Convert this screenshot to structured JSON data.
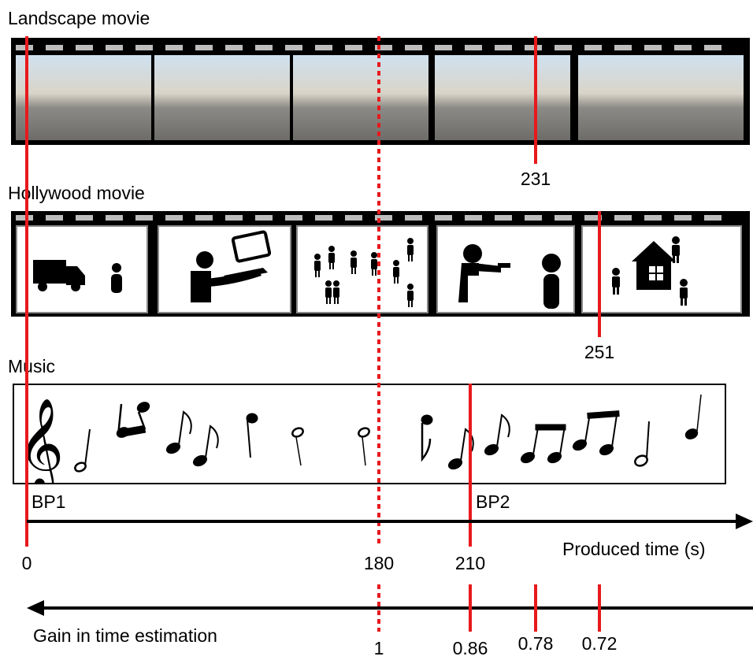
{
  "labels": {
    "landscape": "Landscape movie",
    "hollywood": "Hollywood movie",
    "music": "Music",
    "bp1": "BP1",
    "bp2": "BP2",
    "produced_time": "Produced time (s)",
    "gain": "Gain in time estimation"
  },
  "produced_time_ticks": [
    "0",
    "180",
    "210"
  ],
  "stimulus_end_times": {
    "landscape": "231",
    "hollywood": "251"
  },
  "gain_values": [
    "1",
    "0.86",
    "0.78",
    "0.72"
  ],
  "colors": {
    "marker": "#e8191c",
    "film": "#000000",
    "sprocket": "#bdbdbd"
  },
  "icons": {
    "landscape_frames": [
      "street-photo",
      "street-photo",
      "street-photo",
      "street-photo",
      "street-photo"
    ],
    "hollywood_frames": [
      "truck-and-person-icon",
      "person-at-computer-icon",
      "crowd-icon",
      "person-with-gun-icon",
      "house-and-people-icon"
    ],
    "music": "music-notes-icon"
  }
}
